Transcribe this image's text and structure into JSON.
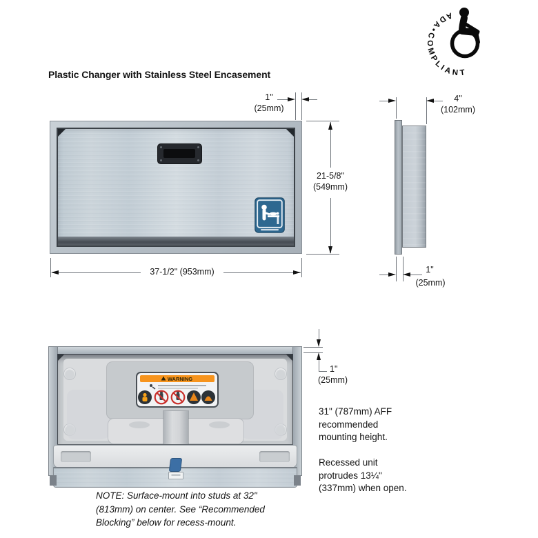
{
  "title": "Plastic Changer with Stainless Steel Encasement",
  "ada_badge": {
    "arc_text": "ADA•COMPLIANT"
  },
  "front_view": {
    "dim_flange_top": {
      "in": "1\"",
      "mm": "(25mm)"
    },
    "dim_height": {
      "in": "21-5/8\"",
      "mm": "(549mm)"
    },
    "dim_width": {
      "label": "37-1/2\" (953mm)"
    }
  },
  "side_view": {
    "dim_depth": {
      "in": "4\"",
      "mm": "(102mm)"
    },
    "dim_flange": {
      "in": "1\"",
      "mm": "(25mm)"
    }
  },
  "open_view": {
    "dim_protrusion": {
      "in": "1\"",
      "mm": "(25mm)"
    },
    "warning_label_title": "WARNING"
  },
  "annotations": {
    "mounting_height": [
      "31\" (787mm) AFF",
      "recommended",
      "mounting height."
    ],
    "recessed": [
      "Recessed unit",
      "protrudes 13¼\"",
      "(337mm) when open."
    ],
    "note": [
      "NOTE: Surface-mount into studs at 32\"",
      "(813mm) on center. See “Recommended",
      "Blocking” below for recess-mount."
    ]
  },
  "colors": {
    "steel_light": "#d4dce1",
    "steel_mid": "#bfc9d1",
    "steel_dark": "#9aa3ab",
    "line": "#6f747a",
    "arrow": "#121212",
    "decal_blue": "#2e6890",
    "warning_orange": "#f7941d",
    "plastic_light": "#dadcde",
    "plastic_mid": "#c7cbce"
  }
}
